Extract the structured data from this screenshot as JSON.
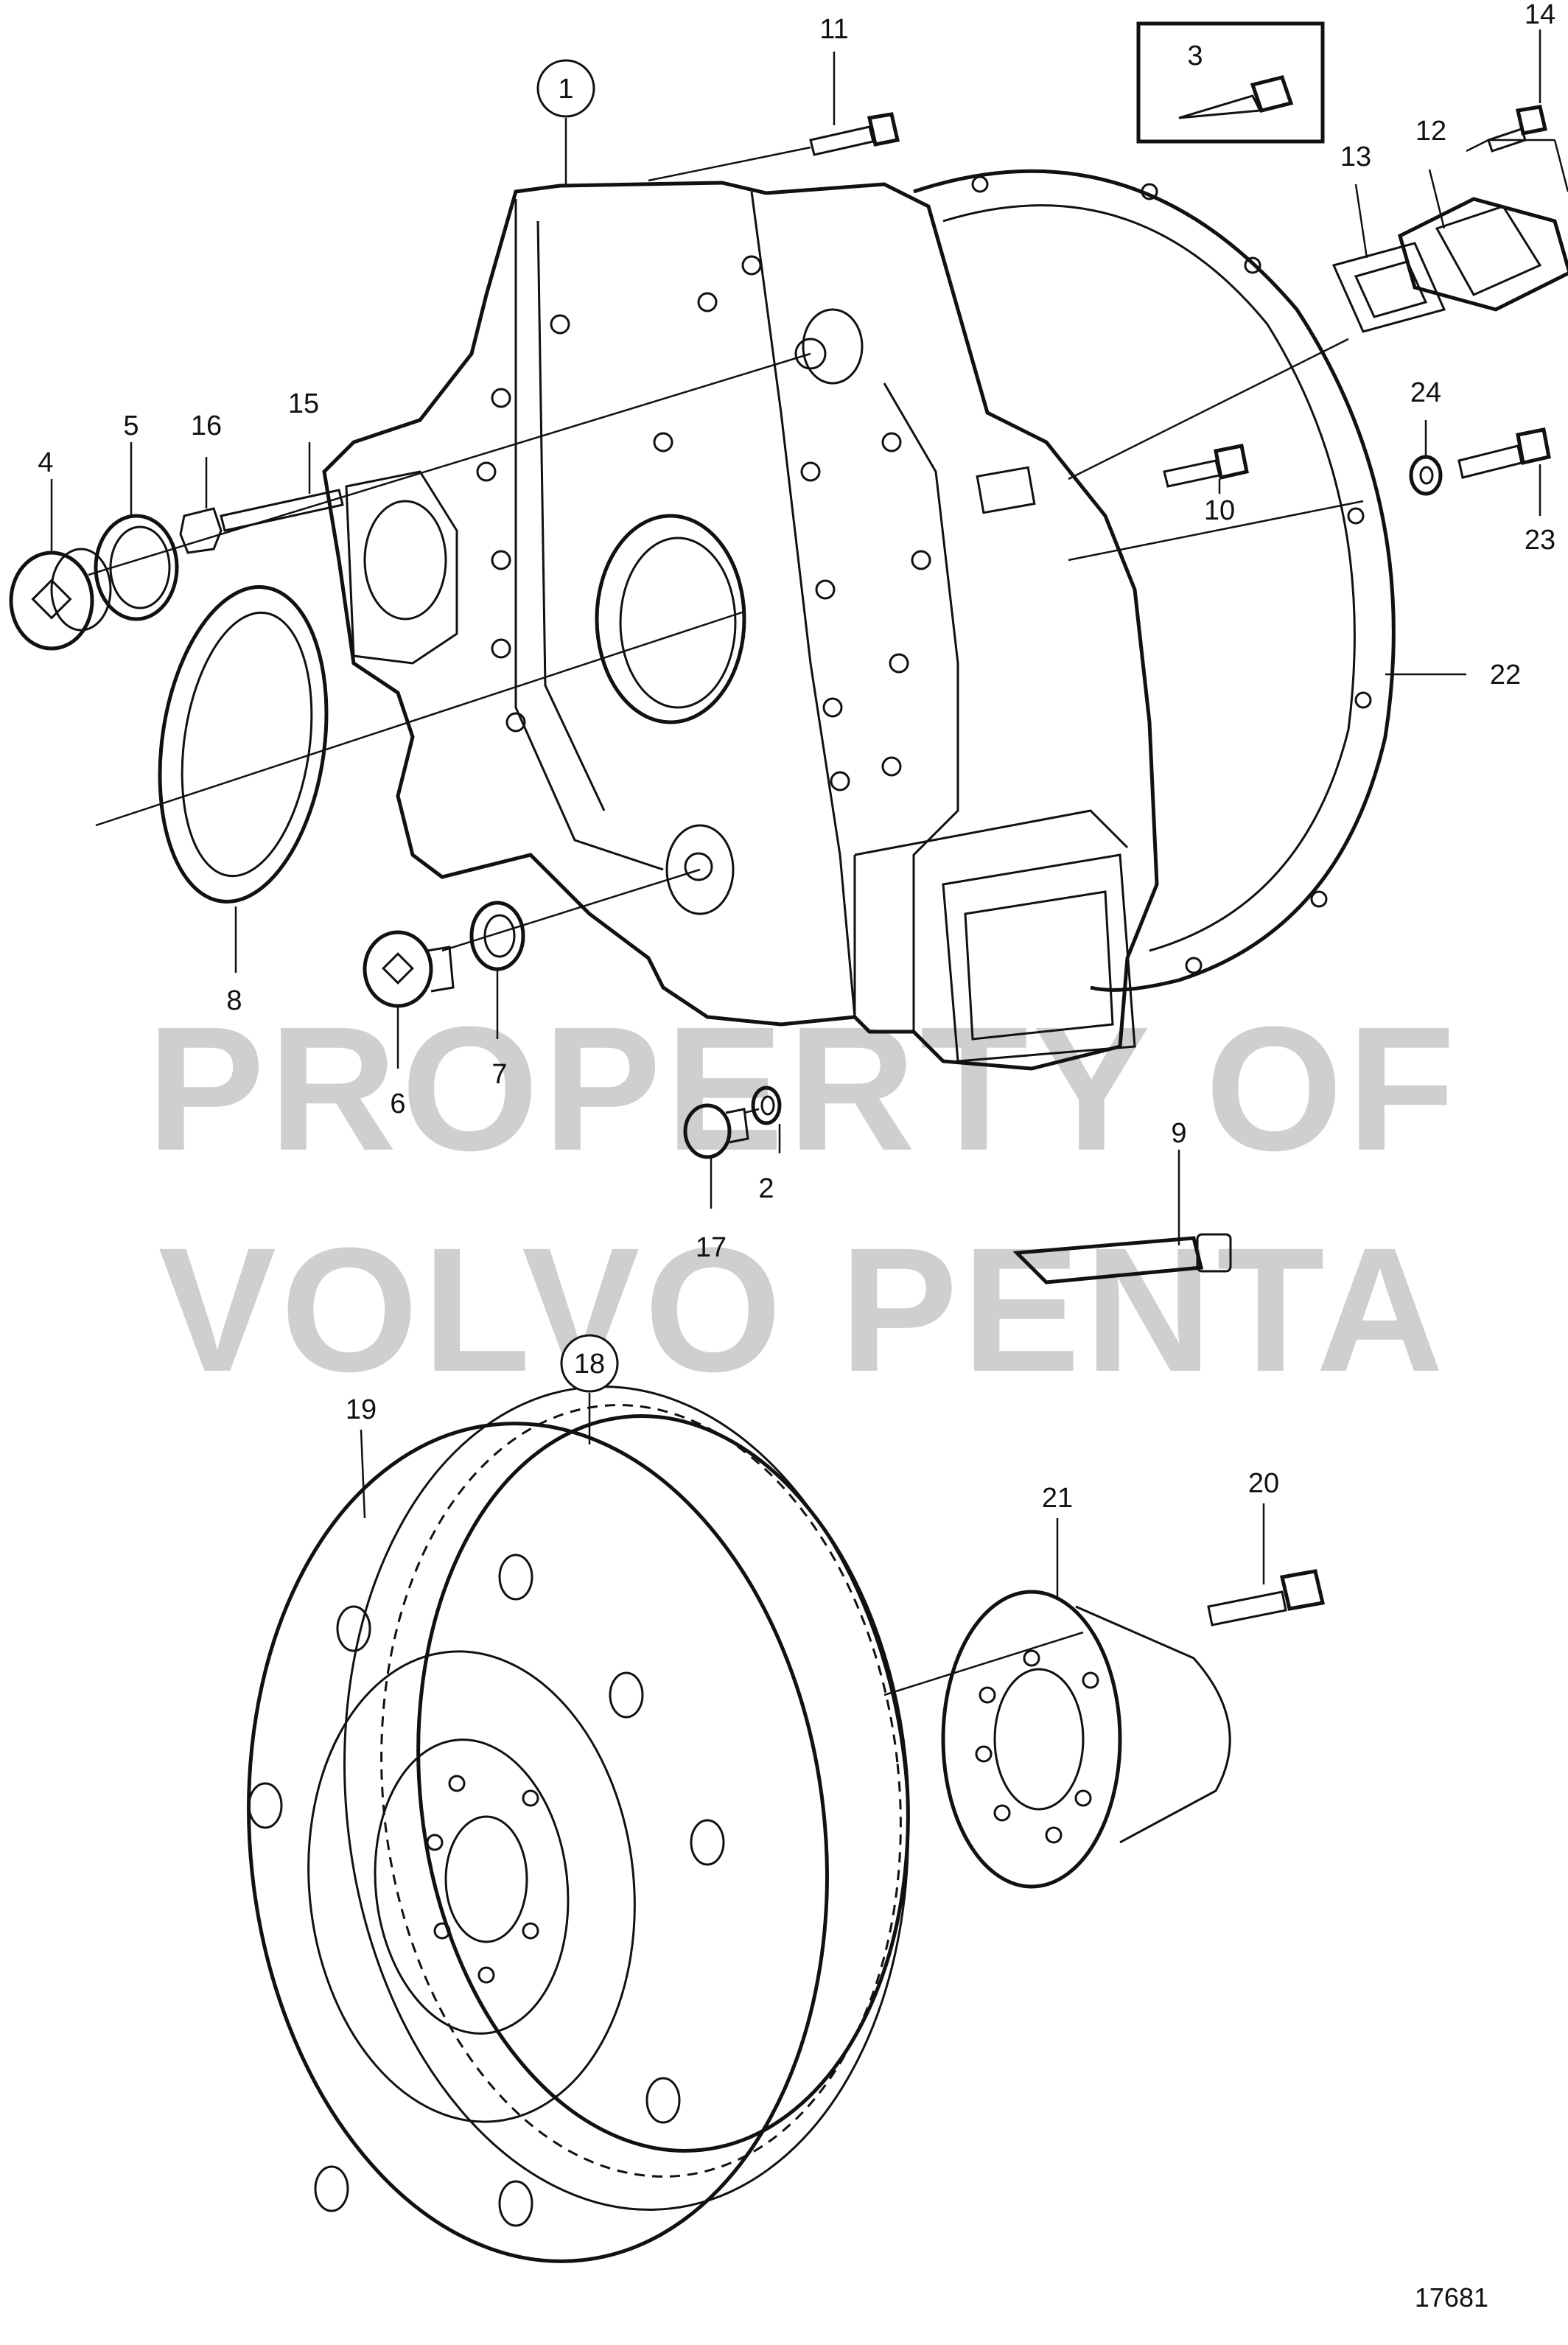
{
  "diagram": {
    "callouts": {
      "c1": "1",
      "c2": "2",
      "c3": "3",
      "c4": "4",
      "c5": "5",
      "c6": "6",
      "c7": "7",
      "c8": "8",
      "c9": "9",
      "c10": "10",
      "c11": "11",
      "c12": "12",
      "c13": "13",
      "c14": "14",
      "c15": "15",
      "c16": "16",
      "c17": "17",
      "c18": "18",
      "c19": "19",
      "c20": "20",
      "c21": "21",
      "c22": "22",
      "c23": "23",
      "c24": "24"
    },
    "watermark_line1": "PROPERTY OF",
    "watermark_line2": "VOLVO PENTA",
    "drawing_number": "17681"
  }
}
